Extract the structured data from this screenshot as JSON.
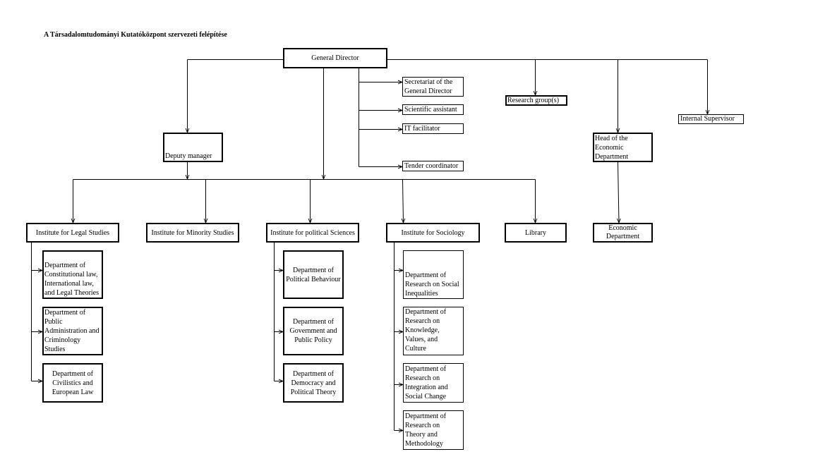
{
  "title": "A Társadalomtudományi Kutatóközpont szervezeti felépítése",
  "leadership": {
    "general_director": "General Director",
    "deputy_manager": "Deputy manager",
    "research_groups": "Research group(s)",
    "internal_supervisor": "Internal Supervisor",
    "head_of_economic_department": "Head of the\nEconomic\nDepartment"
  },
  "director_staff": [
    "Secretariat of the\nGeneral Director",
    "Scientific assistant",
    "IT facilitator",
    "Tender coordinator"
  ],
  "institutes": [
    {
      "name": "Institute for Legal Studies",
      "departments": [
        "Department of\nConstitutional law,\nInternational law,\nand Legal Theories",
        "Department of\nPublic\nAdministration and\nCriminology\nStudies",
        "Department of\nCivilistics and\nEuropean Law"
      ]
    },
    {
      "name": "Institute for Minority Studies",
      "departments": []
    },
    {
      "name": "Institute for political Sciences",
      "departments": [
        "Department of\nPolitical Behaviour",
        "Department of\nGovernment and\nPublic Policy",
        "Department of\nDemocracy and\nPolitical Theory"
      ]
    },
    {
      "name": "Institute for Sociology",
      "departments": [
        "Department of\nResearch on Social\nInequalities",
        "Department of\nResearch on\nKnowledge,\nValues, and\nCulture",
        "Department of\nResearch on\nIntegration and\nSocial Change",
        "Department of\nResearch on\nTheory and\nMethodology"
      ]
    }
  ],
  "library": "Library",
  "economic_department": "Economic\nDepartment",
  "colors": {
    "line": "#000000",
    "box_border": "#000000",
    "background": "#ffffff"
  }
}
